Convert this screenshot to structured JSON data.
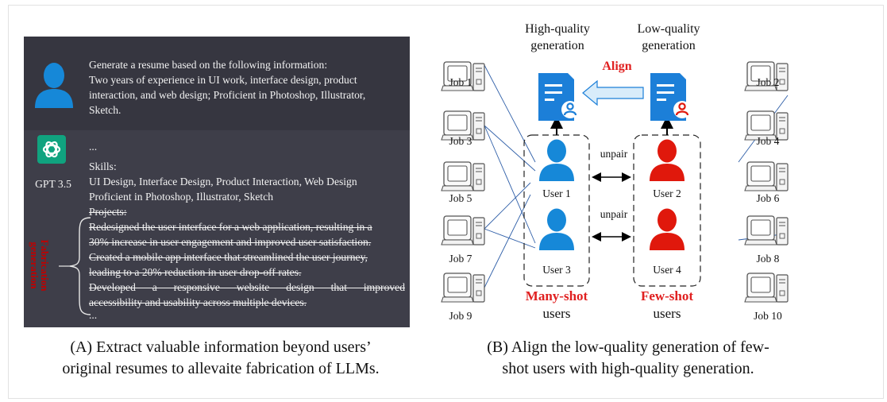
{
  "panel_a": {
    "prompt_lines": [
      "Generate a resume  based on the following information:",
      "Two years of experience in UI work, interface design, product",
      "interaction, and web design; Proficient in Photoshop, Illustrator,",
      "Sketch."
    ],
    "model_label": "GPT 3.5",
    "response": {
      "ellipsis_top": "...",
      "skills_heading": "Skills:",
      "skills_lines": [
        "UI Design, Interface Design, Product Interaction, Web Design",
        "Proficient in Photoshop, Illustrator, Sketch"
      ],
      "projects_heading": "Projects:",
      "fabricated_lines": [
        "Redesigned the user interface for a web application, resulting in a",
        "30% increase in user engagement and improved user satisfaction.",
        "Created a mobile app interface that streamlined the user journey,",
        "leading to a 20% reduction in user drop-off rates.",
        "Developed a responsive website design that improved",
        "accessibility and usability across multiple devices."
      ],
      "ellipsis_bottom": "..."
    },
    "side_label_lines": [
      "Fabrication",
      "generation"
    ],
    "caption_lines": [
      "(A) Extract  valuable information beyond users’",
      "original resumes to allevaite fabrication of LLMs."
    ]
  },
  "panel_b": {
    "high_quality_lines": [
      "High-quality",
      "generation"
    ],
    "low_quality_lines": [
      "Low-quality",
      "generation"
    ],
    "align_label": "Align",
    "jobs_left": [
      "Job 1",
      "Job 3",
      "Job 5",
      "Job 7",
      "Job 9"
    ],
    "jobs_right": [
      "Job 2",
      "Job 4",
      "Job 6",
      "Job 8",
      "Job 10"
    ],
    "users": [
      "User 1",
      "User 3",
      "User 2",
      "User 4"
    ],
    "unpair_labels": [
      "unpair",
      "unpair"
    ],
    "many_shot": "Many-shot",
    "few_shot": "Few-shot",
    "users_word": "users",
    "caption_lines": [
      "(B) Align the low-quality generation of few-",
      "shot users with high-quality generation."
    ]
  },
  "colors": {
    "panel_bg": "#3e3e49",
    "prompt_bg": "#363640",
    "user_blue": "#1688d8",
    "user_red": "#e0180c",
    "doc_blue": "#1c7fd8",
    "label_red": "#e02020",
    "gpt_green": "#10a37f",
    "line_blue": "#2f5fa8"
  }
}
